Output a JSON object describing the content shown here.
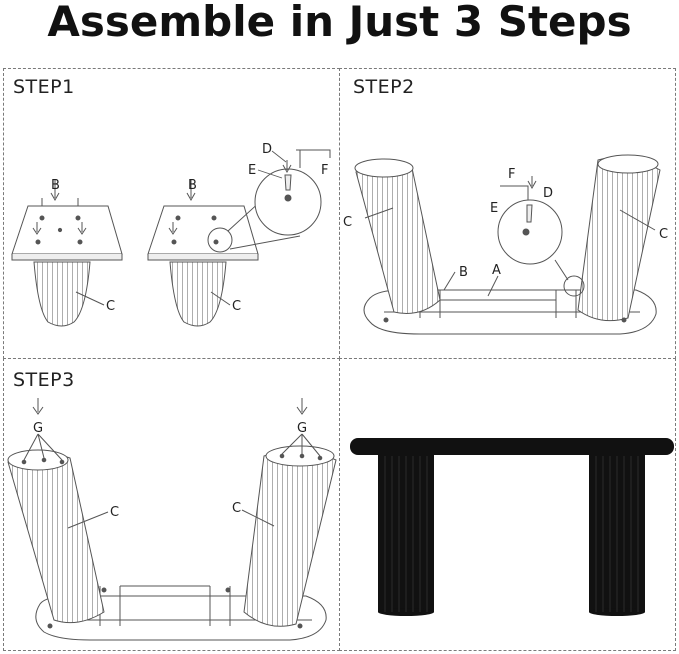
{
  "title": "Assemble in Just 3 Steps",
  "steps": [
    {
      "label": "STEP1"
    },
    {
      "label": "STEP2"
    },
    {
      "label": "STEP3"
    }
  ],
  "parts": {
    "a": "A",
    "b": "B",
    "c": "C",
    "d": "D",
    "e": "E",
    "f": "F",
    "g": "G"
  },
  "colors": {
    "line": "#555555",
    "table_black": "#111111"
  }
}
